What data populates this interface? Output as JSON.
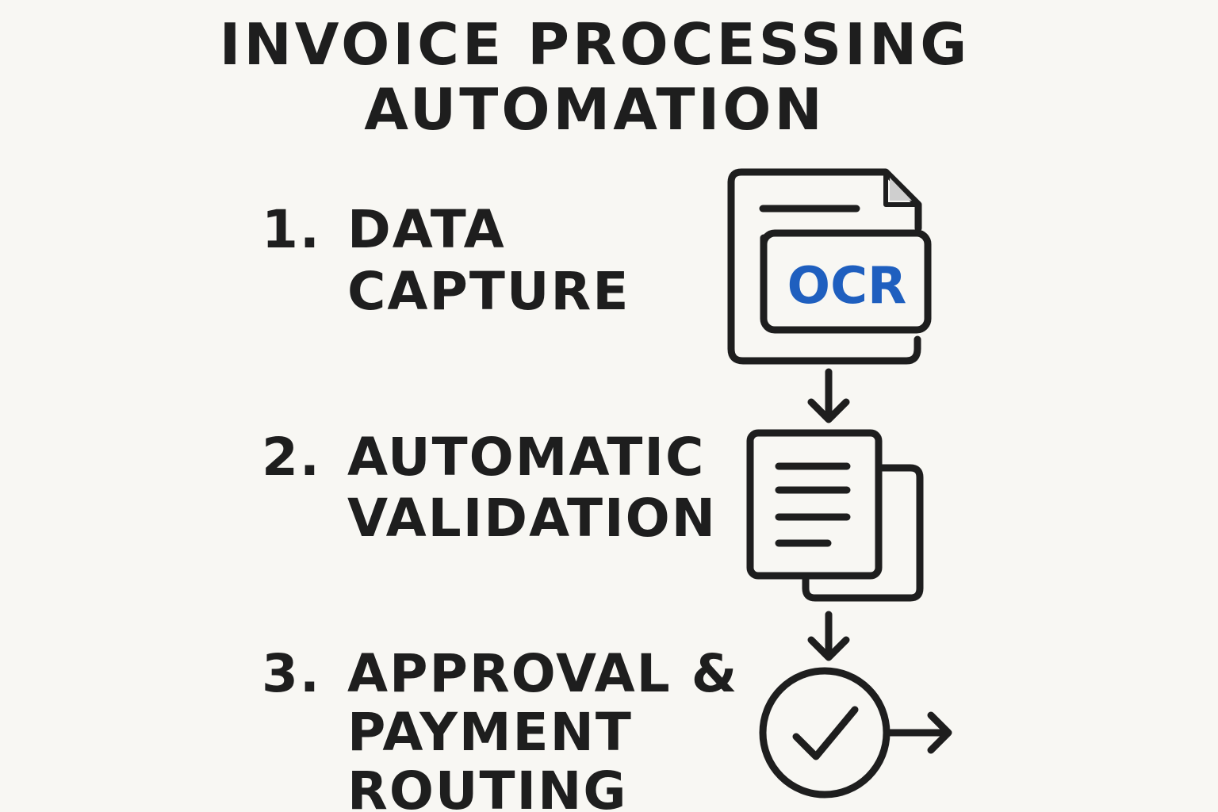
{
  "title": {
    "line1": "INVOICE PROCESSING",
    "line2": "AUTOMATION"
  },
  "steps": [
    {
      "number": "1.",
      "lines": [
        "DATA",
        "CAPTURE"
      ]
    },
    {
      "number": "2.",
      "lines": [
        "AUTOMATIC",
        "VALIDATION"
      ]
    },
    {
      "number": "3.",
      "lines": [
        "APPROVAL &",
        "PAYMENT",
        "ROUTING"
      ]
    }
  ],
  "icons": {
    "ocr_label": "OCR",
    "step1": "document-ocr-icon",
    "step2": "stacked-documents-icon",
    "step3": "checkmark-circle-icon"
  },
  "colors": {
    "ink": "#1e1e1e",
    "accent": "#1f5fbf",
    "background": "#f8f7f3"
  }
}
